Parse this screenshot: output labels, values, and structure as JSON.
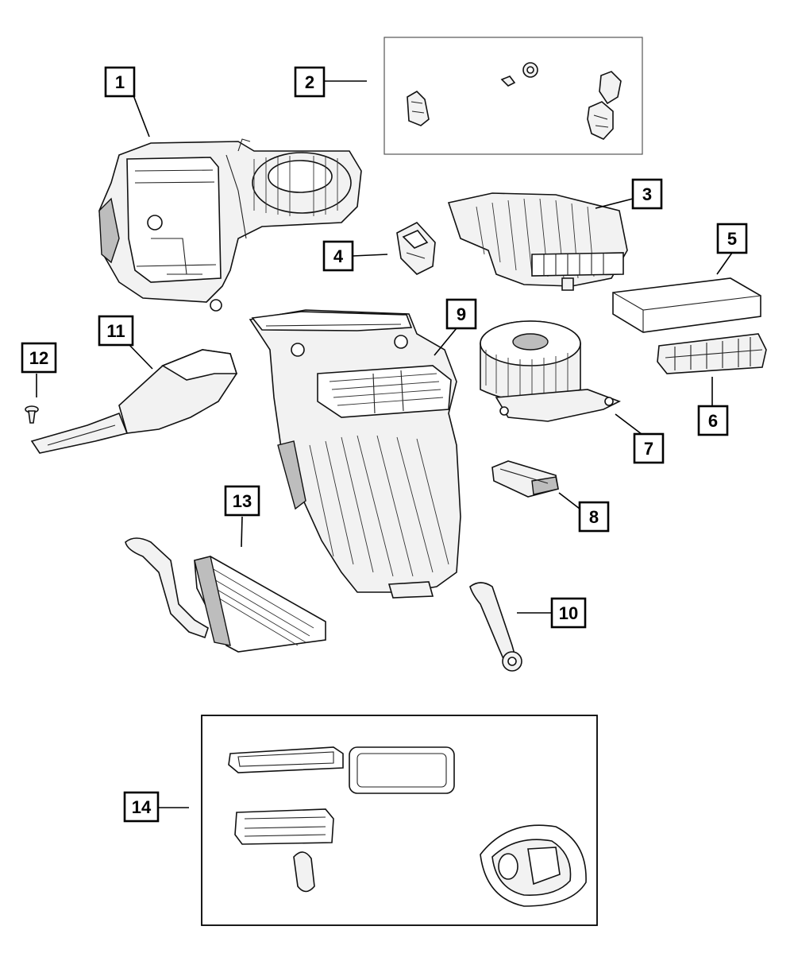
{
  "callouts": [
    {
      "id": "1",
      "label": "1"
    },
    {
      "id": "2",
      "label": "2"
    },
    {
      "id": "3",
      "label": "3"
    },
    {
      "id": "4",
      "label": "4"
    },
    {
      "id": "5",
      "label": "5"
    },
    {
      "id": "6",
      "label": "6"
    },
    {
      "id": "7",
      "label": "7"
    },
    {
      "id": "8",
      "label": "8"
    },
    {
      "id": "9",
      "label": "9"
    },
    {
      "id": "10",
      "label": "10"
    },
    {
      "id": "11",
      "label": "11"
    },
    {
      "id": "12",
      "label": "12"
    },
    {
      "id": "13",
      "label": "13"
    },
    {
      "id": "14",
      "label": "14"
    }
  ],
  "colors": {
    "line": "#000000",
    "background": "#ffffff",
    "part_fill": "#f2f2f2",
    "part_shade": "#bdbdbd"
  }
}
